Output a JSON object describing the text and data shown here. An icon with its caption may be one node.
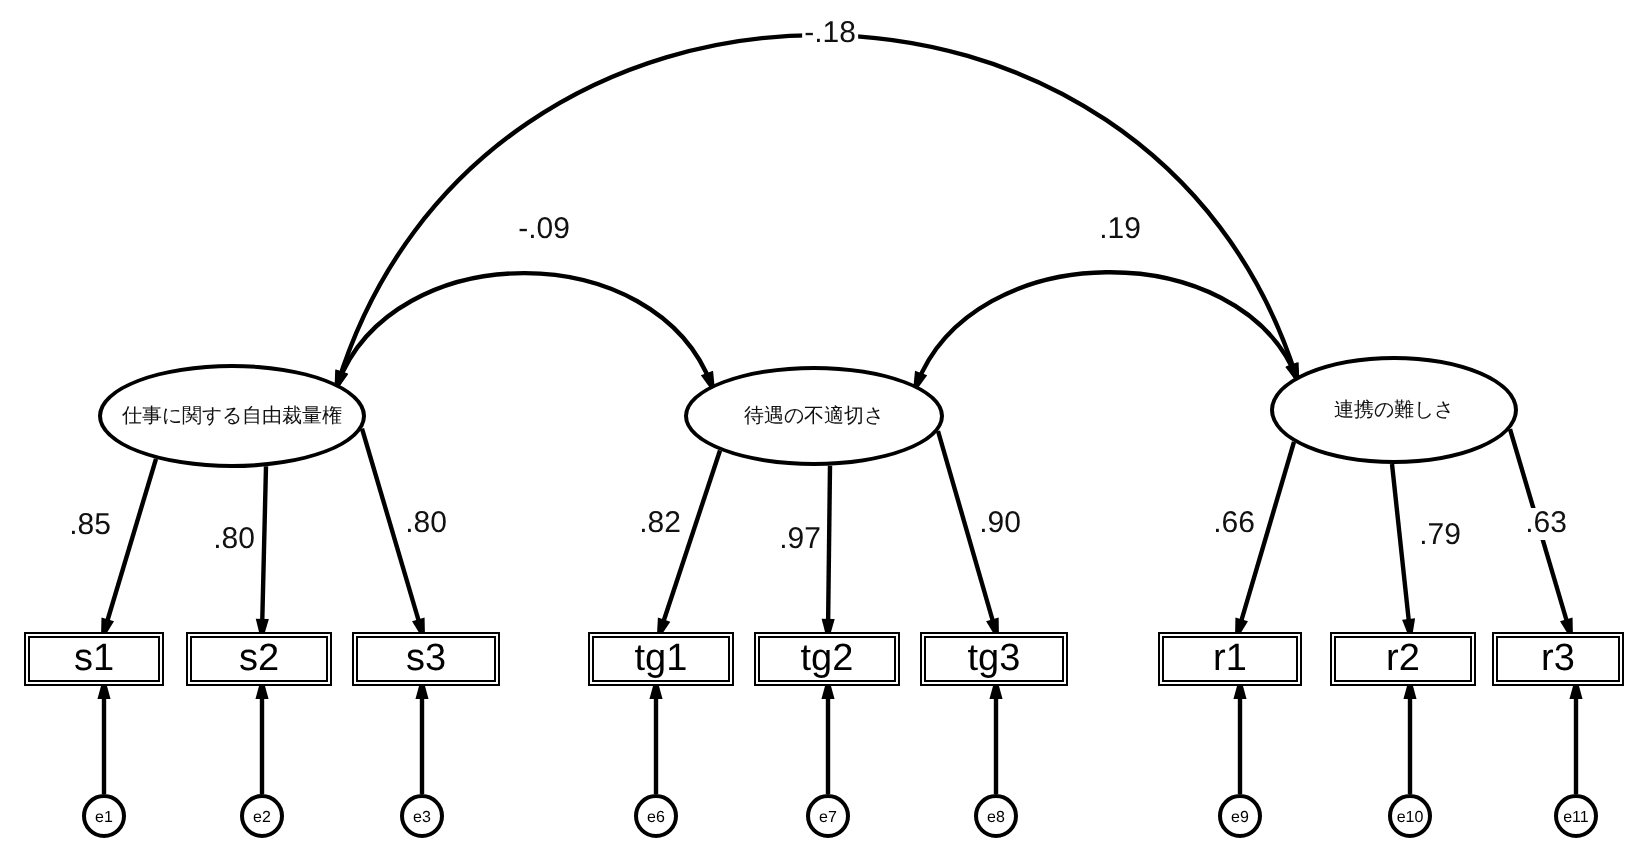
{
  "diagram": {
    "nodes": [
      {
        "text": [
          "仕事に関する自由裁量権"
        ]
      },
      {
        "text": [
          "待遇の不適切さ"
        ]
      },
      {
        "text": [
          "連携の難しさ"
        ]
      },
      {
        "text": [
          "s1"
        ]
      },
      {
        "text": [
          "s2"
        ]
      },
      {
        "text": [
          "s3"
        ]
      },
      {
        "text": [
          "tg1"
        ]
      },
      {
        "text": [
          "tg2"
        ]
      },
      {
        "text": [
          "tg3"
        ]
      },
      {
        "text": [
          "r1"
        ]
      },
      {
        "text": [
          "r2"
        ]
      },
      {
        "text": [
          "r3"
        ]
      },
      {
        "text": [
          "e1"
        ]
      },
      {
        "text": [
          "e2"
        ]
      },
      {
        "text": [
          "e3"
        ]
      },
      {
        "text": [
          "e6"
        ]
      },
      {
        "text": [
          "e7"
        ]
      },
      {
        "text": [
          "e8"
        ]
      },
      {
        "text": [
          "e9"
        ]
      },
      {
        "text": [
          "e10"
        ]
      },
      {
        "text": [
          "e11"
        ]
      }
    ],
    "edges": [
      {
        "from": 0,
        "to": 2,
        "arrow": "both",
        "label": "-.18"
      },
      {
        "from": 0,
        "to": 1,
        "arrow": "both",
        "label": "-.09"
      },
      {
        "from": 1,
        "to": 2,
        "arrow": "both",
        "label": ".19"
      },
      {
        "from": 0,
        "to": 3,
        "arrow": "to",
        "label": ".85"
      },
      {
        "from": 0,
        "to": 4,
        "arrow": "to",
        "label": ".80"
      },
      {
        "from": 0,
        "to": 5,
        "arrow": "to",
        "label": ".80"
      },
      {
        "from": 1,
        "to": 6,
        "arrow": "to",
        "label": ".82"
      },
      {
        "from": 1,
        "to": 7,
        "arrow": "to",
        "label": ".97"
      },
      {
        "from": 1,
        "to": 8,
        "arrow": "to",
        "label": ".90"
      },
      {
        "from": 2,
        "to": 9,
        "arrow": "to",
        "label": ".66"
      },
      {
        "from": 2,
        "to": 10,
        "arrow": "to",
        "label": ".79"
      },
      {
        "from": 2,
        "to": 11,
        "arrow": "to",
        "label": ".63"
      },
      {
        "from": 12,
        "to": 3,
        "arrow": "to"
      },
      {
        "from": 13,
        "to": 4,
        "arrow": "to"
      },
      {
        "from": 14,
        "to": 5,
        "arrow": "to"
      },
      {
        "from": 15,
        "to": 6,
        "arrow": "to"
      },
      {
        "from": 16,
        "to": 7,
        "arrow": "to"
      },
      {
        "from": 17,
        "to": 8,
        "arrow": "to"
      },
      {
        "from": 18,
        "to": 9,
        "arrow": "to"
      },
      {
        "from": 19,
        "to": 10,
        "arrow": "to"
      },
      {
        "from": 20,
        "to": 11,
        "arrow": "to"
      }
    ]
  }
}
